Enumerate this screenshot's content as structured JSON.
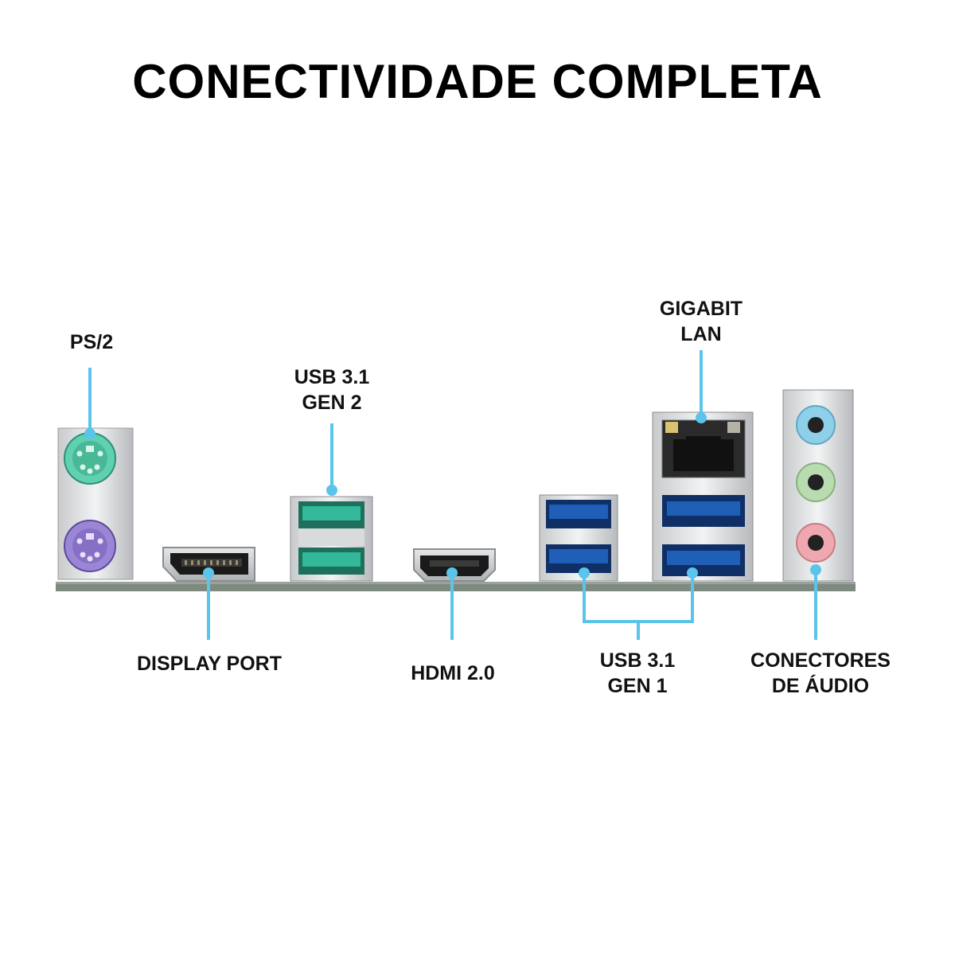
{
  "title": "CONECTIVIDADE COMPLETA",
  "labels": {
    "ps2": "PS/2",
    "usb_gen2": [
      "USB 3.1",
      "GEN 2"
    ],
    "lan": [
      "GIGABIT",
      "LAN"
    ],
    "display_port": "DISPLAY PORT",
    "hdmi": "HDMI 2.0",
    "usb_gen1": [
      "USB 3.1",
      "GEN 1"
    ],
    "audio": [
      "CONECTORES",
      "DE ÁUDIO"
    ]
  },
  "colors": {
    "callout": "#5bc4ea",
    "ps2_mouse": "#5fd0b0",
    "ps2_keyboard": "#9b86d6",
    "usb_gen2": "#33b89a",
    "usb_gen1": "#1f5fb8",
    "audio_blue": "#8ed0ea",
    "audio_green": "#b8dcb0",
    "audio_pink": "#f0a8b0",
    "board": "#7e8a80"
  }
}
